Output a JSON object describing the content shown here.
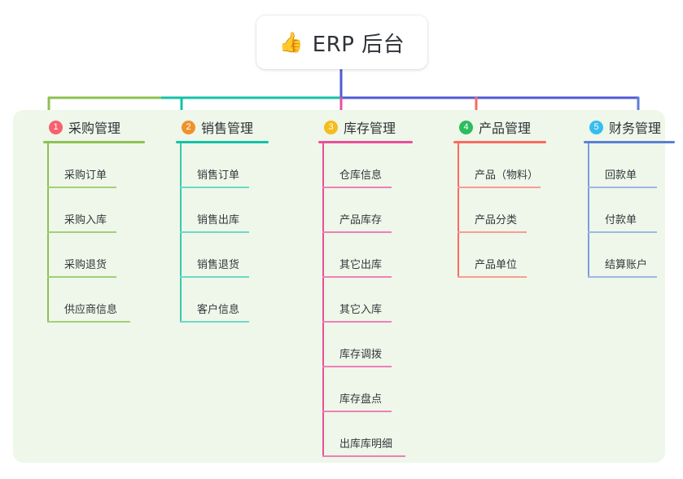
{
  "diagram": {
    "type": "mind-map",
    "background_color": "#ffffff",
    "panel_color": "#eef7e9",
    "root": {
      "icon": "thumbs-up-icon",
      "emoji": "👍",
      "title": "ERP 后台"
    },
    "root_connector_color": "#4f5bd5",
    "bus_segments": [
      {
        "name": "bus-green",
        "color": "#8cc152"
      },
      {
        "name": "bus-teal",
        "color": "#13c2a6"
      },
      {
        "name": "bus-blue",
        "color": "#4f5bd5"
      }
    ],
    "branches": [
      {
        "number": "1",
        "title": "采购管理",
        "badge_color": "#f8616e",
        "line_color": "#8cc152",
        "items": [
          {
            "label": "采购订单"
          },
          {
            "label": "采购入库"
          },
          {
            "label": "采购退货"
          },
          {
            "label": "供应商信息"
          }
        ]
      },
      {
        "number": "2",
        "title": "销售管理",
        "badge_color": "#f0922b",
        "line_color": "#13c2a6",
        "items": [
          {
            "label": "销售订单"
          },
          {
            "label": "销售出库"
          },
          {
            "label": "销售退货"
          },
          {
            "label": "客户信息"
          }
        ]
      },
      {
        "number": "3",
        "title": "库存管理",
        "badge_color": "#f5bc1b",
        "line_color": "#ea4f9b",
        "items": [
          {
            "label": "仓库信息"
          },
          {
            "label": "产品库存"
          },
          {
            "label": "其它出库"
          },
          {
            "label": "其它入库"
          },
          {
            "label": "库存调拨"
          },
          {
            "label": "库存盘点"
          },
          {
            "label": "出库库明细"
          }
        ]
      },
      {
        "number": "4",
        "title": "产品管理",
        "badge_color": "#2bbd5e",
        "line_color": "#fb6a62",
        "items": [
          {
            "label": "产品（物料）"
          },
          {
            "label": "产品分类"
          },
          {
            "label": "产品单位"
          }
        ]
      },
      {
        "number": "5",
        "title": "财务管理",
        "badge_color": "#36bdf0",
        "line_color": "#5b7fd4",
        "items": [
          {
            "label": "回款单"
          },
          {
            "label": "付款单"
          },
          {
            "label": "结算账户"
          }
        ]
      }
    ]
  }
}
